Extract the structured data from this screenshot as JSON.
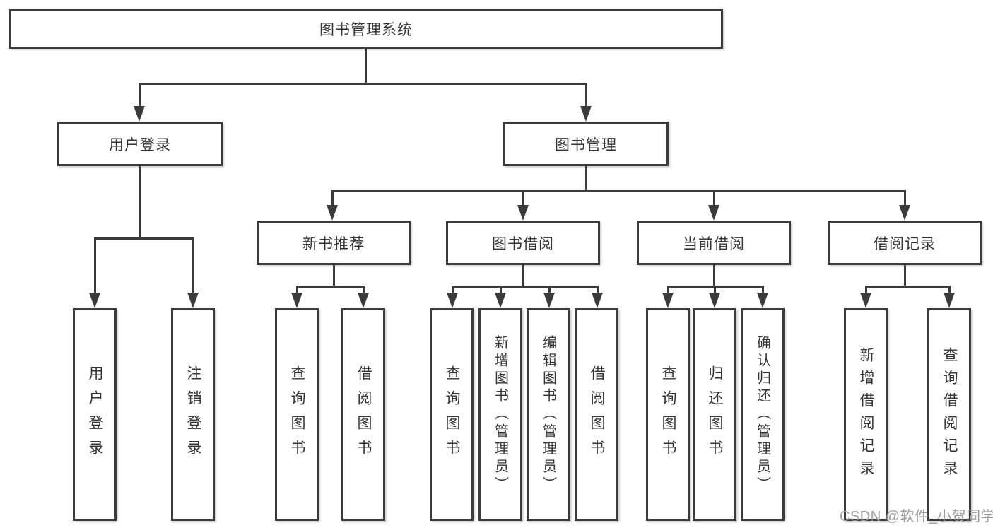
{
  "diagram": {
    "root": {
      "label": "图书管理系统"
    },
    "branches": {
      "user_login": {
        "label": "用户登录",
        "children": {
          "login": {
            "label": "用户登录"
          },
          "logout": {
            "label": "注销登录"
          }
        }
      },
      "book_management": {
        "label": "图书管理",
        "children": {
          "new_book_recommend": {
            "label": "新书推荐",
            "children": {
              "query_books": {
                "label": "查询图书"
              },
              "borrow_books": {
                "label": "借阅图书"
              }
            }
          },
          "book_borrowing": {
            "label": "图书借阅",
            "children": {
              "query_books": {
                "label": "查询图书"
              },
              "add_books_admin": {
                "label": "新增图书（管理员）"
              },
              "edit_books_admin": {
                "label": "编辑图书（管理员）"
              },
              "borrow_books": {
                "label": "借阅图书"
              }
            }
          },
          "current_borrowing": {
            "label": "当前借阅",
            "children": {
              "query_books": {
                "label": "查询图书"
              },
              "return_books": {
                "label": "归还图书"
              },
              "confirm_return_admin": {
                "label": "确认归还（管理员）"
              }
            }
          },
          "borrowing_records": {
            "label": "借阅记录",
            "children": {
              "add_record": {
                "label": "新增借阅记录"
              },
              "query_record": {
                "label": "查询借阅记录"
              }
            }
          }
        }
      }
    }
  },
  "watermark": {
    "text": "CSDN @软件_小贺同学"
  },
  "colors": {
    "line": "#3b3b3b",
    "text": "#333333",
    "background": "#ffffff",
    "watermark": "#9c9c9c"
  }
}
